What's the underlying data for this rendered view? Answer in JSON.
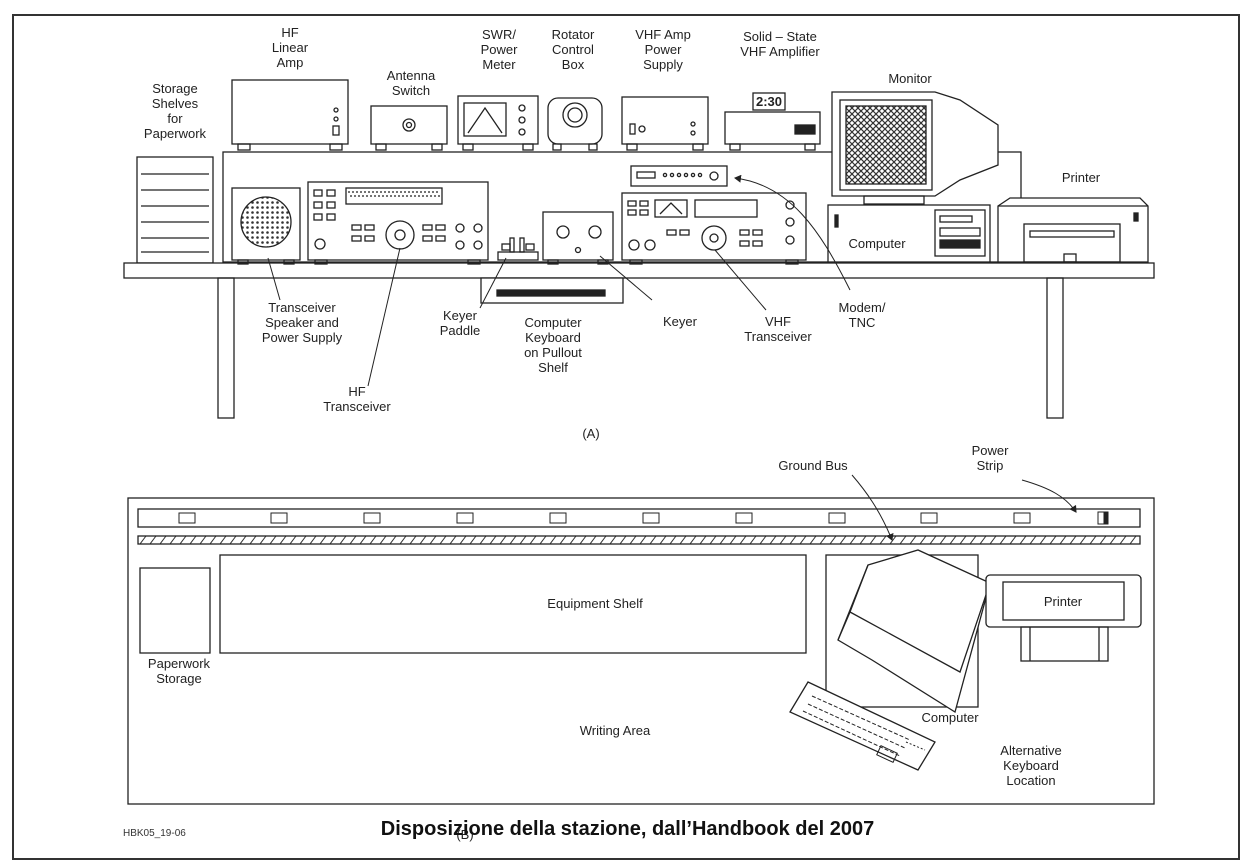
{
  "caption": "Disposizione della stazione, dall’Handbook del  2007",
  "figure_code": "HBK05_19-06",
  "section_a": "(A)",
  "section_b": "(B)",
  "view_a": {
    "storage_shelves": [
      "Storage",
      "Shelves",
      "for",
      "Paperwork"
    ],
    "hf_linear_amp": [
      "HF",
      "Linear",
      "Amp"
    ],
    "antenna_switch": [
      "Antenna",
      "Switch"
    ],
    "swr_meter": [
      "SWR/",
      "Power",
      "Meter"
    ],
    "rotator_box": [
      "Rotator",
      "Control",
      "Box"
    ],
    "vhf_amp_supply": [
      "VHF Amp",
      "Power",
      "Supply"
    ],
    "solid_state_amp": [
      "Solid – State",
      "VHF Amplifier"
    ],
    "amp_display": "2:30",
    "monitor": [
      "Monitor"
    ],
    "printer": [
      "Printer"
    ],
    "computer": [
      "Computer"
    ],
    "speaker_psu": [
      "Transceiver",
      "Speaker and",
      "Power Supply"
    ],
    "hf_transceiver": [
      "HF",
      "Transceiver"
    ],
    "keyer_paddle": [
      "Keyer",
      "Paddle"
    ],
    "keyboard_pullout": [
      "Computer",
      "Keyboard",
      "on Pullout",
      "Shelf"
    ],
    "keyer": [
      "Keyer"
    ],
    "vhf_transceiver": [
      "VHF",
      "Transceiver"
    ],
    "modem_tnc": [
      "Modem/",
      "TNC"
    ]
  },
  "view_b": {
    "ground_bus": [
      "Ground Bus"
    ],
    "power_strip": [
      "Power",
      "Strip"
    ],
    "equipment_shelf": [
      "Equipment Shelf"
    ],
    "paperwork_storage": [
      "Paperwork",
      "Storage"
    ],
    "writing_area": [
      "Writing Area"
    ],
    "printer": [
      "Printer"
    ],
    "computer": [
      "Computer"
    ],
    "alt_keyboard": [
      "Alternative",
      "Keyboard",
      "Location"
    ]
  }
}
